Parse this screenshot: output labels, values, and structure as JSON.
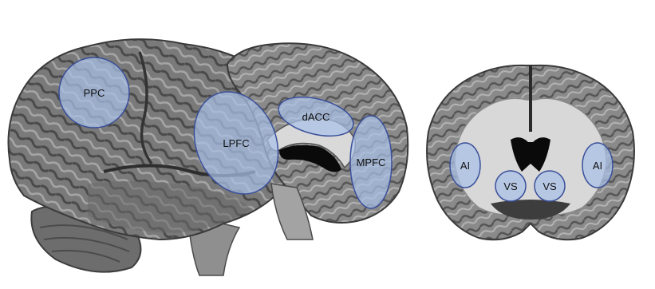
{
  "colors": {
    "background": "#ffffff",
    "cortex_dark": "#4a4a4a",
    "cortex_mid": "#7d7d7d",
    "cortex_light": "#a9a9a9",
    "white_matter": "#d6d6d6",
    "ventricle": "#0a0a0a",
    "region_fill": "#a9c0e8",
    "region_stroke": "#3a4f9a"
  },
  "panels": {
    "lateral_view": {
      "regions": [
        {
          "label": "PPC"
        },
        {
          "label": "LPFC"
        }
      ]
    },
    "medial_view": {
      "regions": [
        {
          "label": "dACC"
        },
        {
          "label": "MPFC"
        }
      ]
    },
    "coronal_view": {
      "regions": [
        {
          "label": "AI"
        },
        {
          "label": "VS"
        },
        {
          "label": "VS"
        },
        {
          "label": "AI"
        }
      ]
    }
  }
}
